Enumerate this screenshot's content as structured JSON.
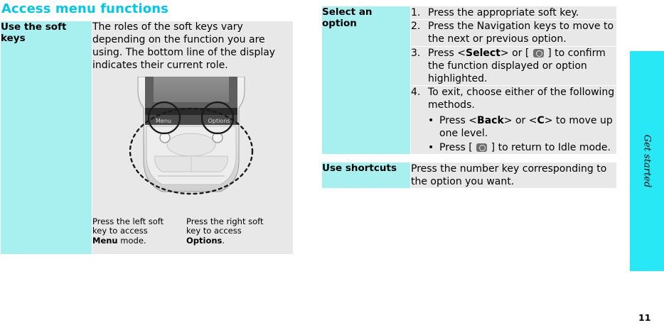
{
  "page": {
    "number": "11",
    "side_tab": "Get started",
    "section_title": "Access menu functions"
  },
  "left": {
    "row_label": "Use the soft keys",
    "body_text": "The roles of the soft keys vary depending on the function you are using. The bottom line of the display indicates their current role.",
    "phone": {
      "left_softkey_label": "Menu",
      "right_softkey_label": "Options"
    },
    "caption_left": {
      "line1": "Press the left soft",
      "line2": "key to access",
      "strong": "Menu",
      "tail": " mode."
    },
    "caption_right": {
      "line1": "Press the right soft",
      "line2": "key to access",
      "strong": "Options",
      "tail": "."
    }
  },
  "right": {
    "select_option": {
      "label": "Select an option",
      "steps": [
        {
          "num": "1.",
          "text": "Press the appropriate soft key."
        },
        {
          "num": "2.",
          "text": "Press the Navigation keys to move to the next or previous option."
        },
        {
          "num": "3.",
          "pre": "Press <",
          "kw1": "Select",
          "mid": "> or [",
          "post": "] to confirm the function displayed or option highlighted."
        },
        {
          "num": "4.",
          "text": "To exit, choose either of the following methods.",
          "bullets": [
            {
              "pre": "Press <",
              "kw1": "Back",
              "mid": "> or <",
              "kw2": "C",
              "post": "> to move up one level."
            },
            {
              "pre": "Press [",
              "post": "] to return to Idle mode."
            }
          ]
        }
      ]
    },
    "use_shortcuts": {
      "label": "Use shortcuts",
      "text": "Press the number key corresponding to the option you want."
    }
  },
  "colors": {
    "accent_cyan": "#00c8e6",
    "label_cell": "#a8f0f0",
    "body_cell": "#e8e8e8",
    "side_tab": "#28e8f5"
  }
}
